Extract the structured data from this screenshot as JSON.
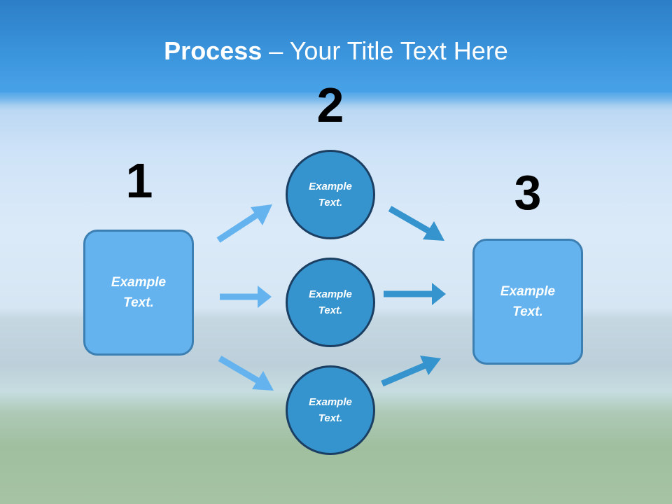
{
  "title": {
    "bold": "Process",
    "rest": " – Your Title Text Here"
  },
  "steps": [
    {
      "number": "1"
    },
    {
      "number": "2"
    },
    {
      "number": "3"
    }
  ],
  "left_box": {
    "line1": "Example",
    "line2": "Text."
  },
  "right_box": {
    "line1": "Example",
    "line2": "Text."
  },
  "circles": [
    {
      "line1": "Example",
      "line2": "Text."
    },
    {
      "line1": "Example",
      "line2": "Text."
    },
    {
      "line1": "Example",
      "line2": "Text."
    }
  ],
  "colors": {
    "box_fill": "#64b3ef",
    "circle_fill": "#3593cd",
    "left_arrow": "#64b3ef",
    "right_arrow": "#3593cd",
    "title_band": "#3b95dd"
  }
}
